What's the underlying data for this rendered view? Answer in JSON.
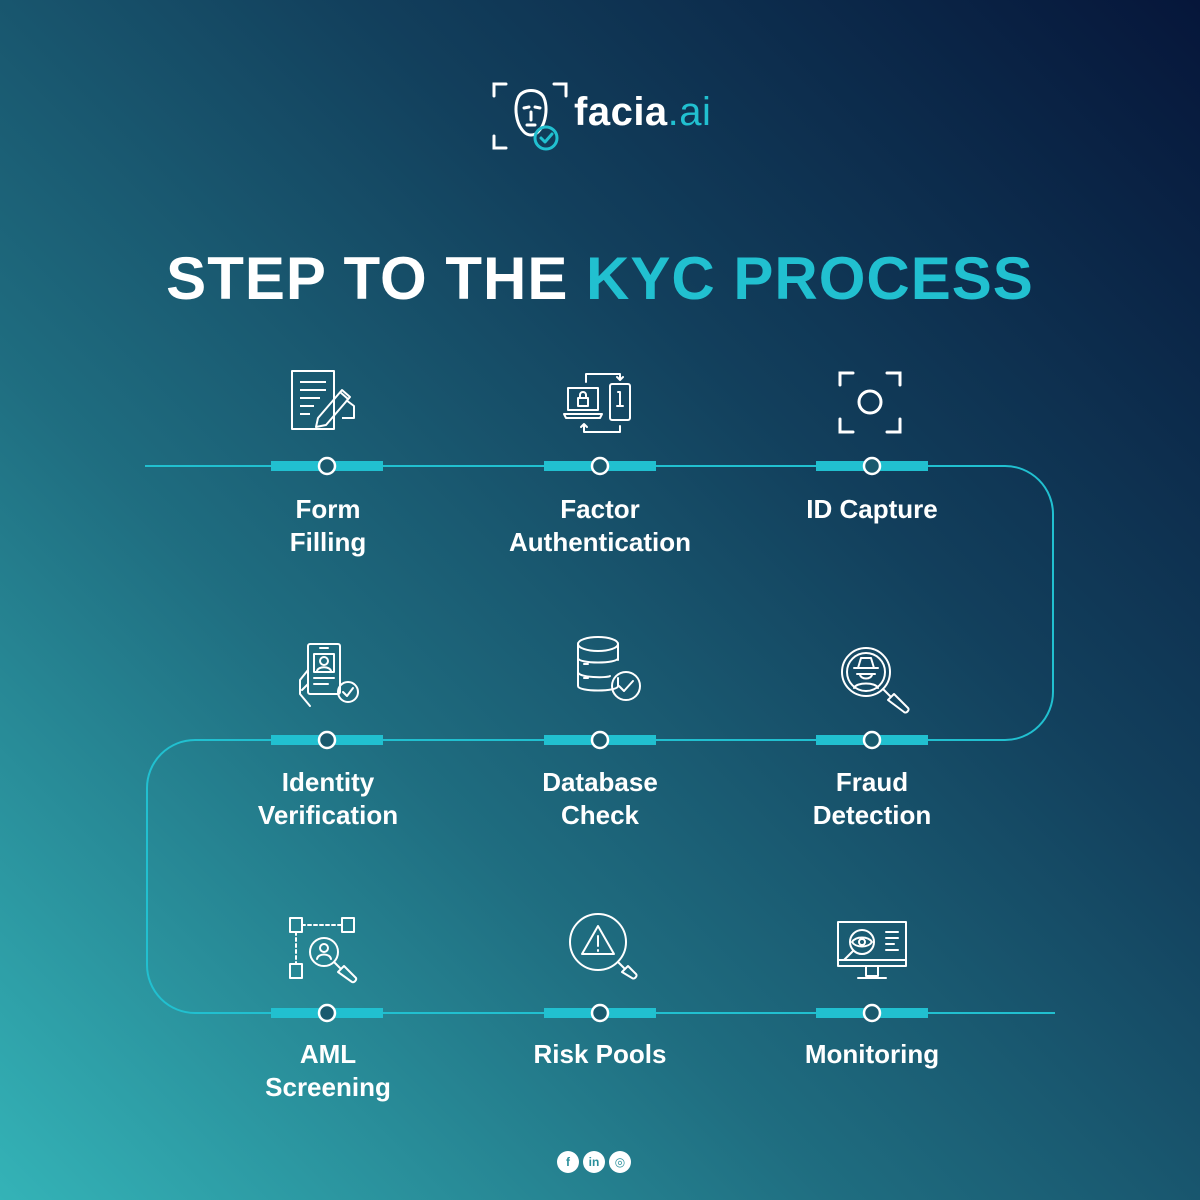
{
  "brand": {
    "name": "facia",
    "suffix": ".ai"
  },
  "title": {
    "part1": "STEP TO THE ",
    "highlight": "KYC PROCESS"
  },
  "colors": {
    "accent": "#21c0d0",
    "text": "#ffffff",
    "background_dark": "#06163a",
    "background_light": "#34b3b7"
  },
  "steps": [
    {
      "label": "Form\nFilling",
      "icon": "form-document-pen-icon"
    },
    {
      "label": "Factor\nAuthentication",
      "icon": "laptop-phone-sync-icon"
    },
    {
      "label": "ID Capture",
      "icon": "camera-frame-icon"
    },
    {
      "label": "Identity\nVerification",
      "icon": "id-card-hand-check-icon"
    },
    {
      "label": "Database\nCheck",
      "icon": "database-check-icon"
    },
    {
      "label": "Fraud\nDetection",
      "icon": "magnifier-spy-icon"
    },
    {
      "label": "AML\nScreening",
      "icon": "network-search-user-icon"
    },
    {
      "label": "Risk Pools",
      "icon": "warning-magnifier-icon"
    },
    {
      "label": "Monitoring",
      "icon": "monitor-eye-magnifier-icon"
    }
  ],
  "social": [
    {
      "label": "f",
      "icon": "facebook-icon"
    },
    {
      "label": "in",
      "icon": "linkedin-icon"
    },
    {
      "label": "◎",
      "icon": "instagram-icon"
    }
  ]
}
